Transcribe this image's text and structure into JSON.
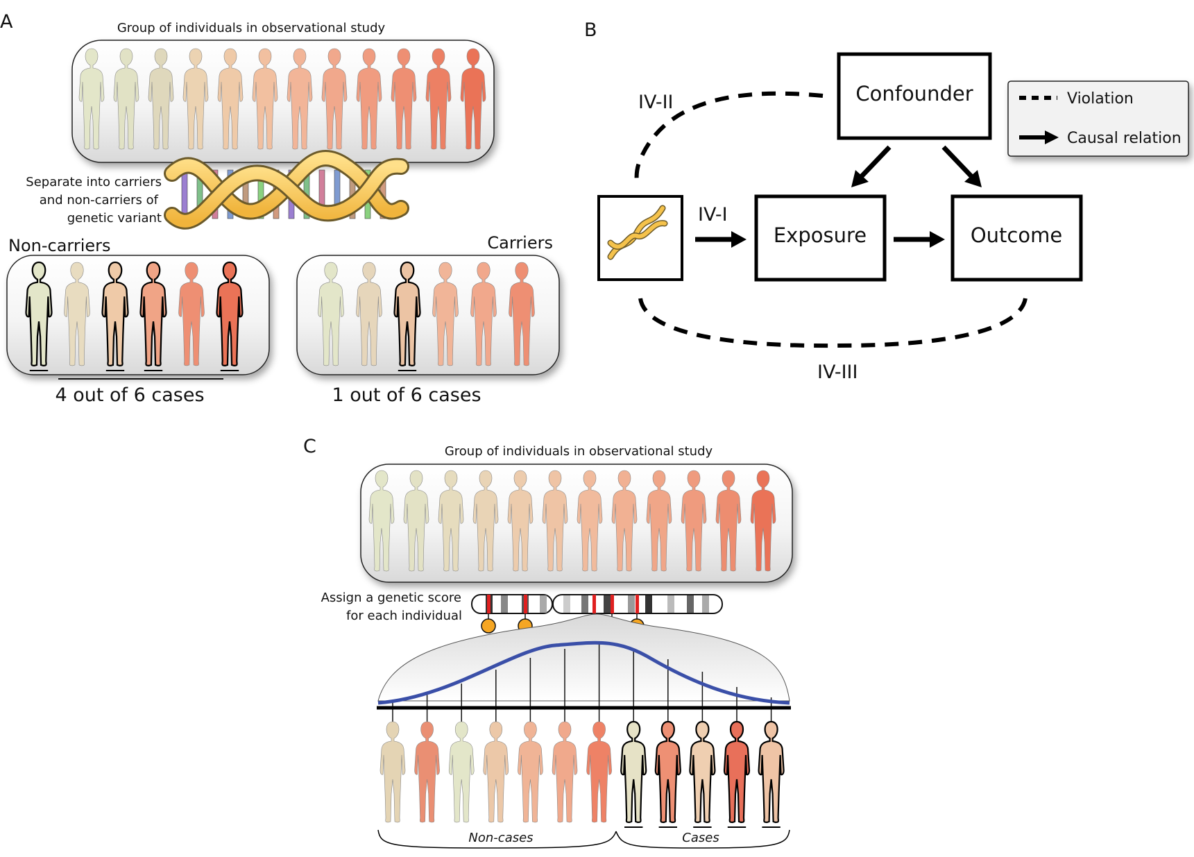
{
  "panels": {
    "a": {
      "letter": "A",
      "group_caption": "Group of individuals in observational study",
      "separate_caption": [
        "Separate into carriers",
        "and non-carriers of",
        "genetic variant"
      ],
      "noncarriers_label": "Non-carriers",
      "carriers_label": "Carriers",
      "noncarriers_result": "4 out of 6 cases",
      "carriers_result": "1 out of 6 cases",
      "group_colors": [
        "#e3e6c9",
        "#e1e2c5",
        "#dfd8bc",
        "#ecd3b2",
        "#efcaa8",
        "#f2c0a0",
        "#f2b598",
        "#f1a88c",
        "#f09c80",
        "#ee8f73",
        "#ec8064",
        "#ea7357"
      ],
      "noncarrier_colors": [
        "#e3e6c9",
        "#e8dcc0",
        "#efcaa8",
        "#f0a486",
        "#ee8f73",
        "#ea7357"
      ],
      "noncarrier_cases": [
        true,
        false,
        true,
        true,
        false,
        true
      ],
      "carrier_colors": [
        "#e3e6c9",
        "#e6d6bb",
        "#ecc4a4",
        "#f1b598",
        "#f1a88c",
        "#ee8f73"
      ],
      "carrier_cases": [
        false,
        false,
        true,
        false,
        false,
        false
      ]
    },
    "b": {
      "letter": "B",
      "confounder": "Confounder",
      "exposure": "Exposure",
      "outcome": "Outcome",
      "iv1": "IV-I",
      "iv2": "IV-II",
      "iv3": "IV-III",
      "legend_violation": "Violation",
      "legend_causal": "Causal relation"
    },
    "c": {
      "letter": "C",
      "group_caption": "Group of individuals in observational study",
      "assign_caption": [
        "Assign a genetic score",
        "for each individual"
      ],
      "noncases_label": "Non-cases",
      "cases_label": "Cases",
      "group_colors": [
        "#e3e6c9",
        "#e3e2c5",
        "#e6dcbe",
        "#e9d4b6",
        "#edccad",
        "#efc4a5",
        "#f1bb9d",
        "#f1b193",
        "#f0a688",
        "#ef9b7e",
        "#ed8d70",
        "#ea7357"
      ],
      "sorted_colors": [
        "#e4d4b4",
        "#ea8f73",
        "#e3e6c9",
        "#ecc8a8",
        "#f0b496",
        "#f0a98c",
        "#ee8266",
        "#e6e2c6",
        "#ee9074",
        "#efcfb1",
        "#e8705a",
        "#efc4a6"
      ],
      "sorted_cases": [
        false,
        false,
        false,
        false,
        false,
        false,
        false,
        true,
        true,
        true,
        true,
        true
      ],
      "curve_color": "#3a4fa8",
      "marker_color": "#f5a623"
    }
  }
}
